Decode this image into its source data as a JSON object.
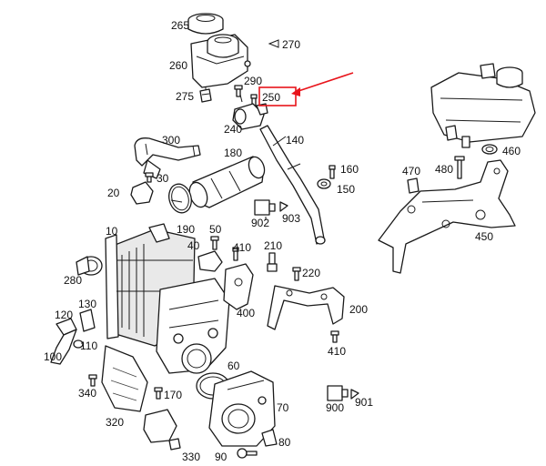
{
  "diagram": {
    "highlight_color": "#e8141b",
    "highlighted_callout": "250",
    "callouts": {
      "c265": "265",
      "c270": "270",
      "c260": "260",
      "c290": "290",
      "c275": "275",
      "c250": "250",
      "c240": "240",
      "c300": "300",
      "c180": "180",
      "c140": "140",
      "c160": "160",
      "c150": "150",
      "c30": "30",
      "c20": "20",
      "c190": "190",
      "c50": "50",
      "c902": "902",
      "c903": "903",
      "c10": "10",
      "c40": "40",
      "c410a": "410",
      "c210": "210",
      "c220": "220",
      "c280": "280",
      "c130": "130",
      "c120": "120",
      "c100": "100",
      "c110": "110",
      "c400": "400",
      "c200": "200",
      "c410b": "410",
      "c340": "340",
      "c60": "60",
      "c170": "170",
      "c320": "320",
      "c70": "70",
      "c900": "900",
      "c901": "901",
      "c80": "80",
      "c330": "330",
      "c90": "90",
      "c460": "460",
      "c470": "470",
      "c480": "480",
      "c450": "450"
    }
  }
}
